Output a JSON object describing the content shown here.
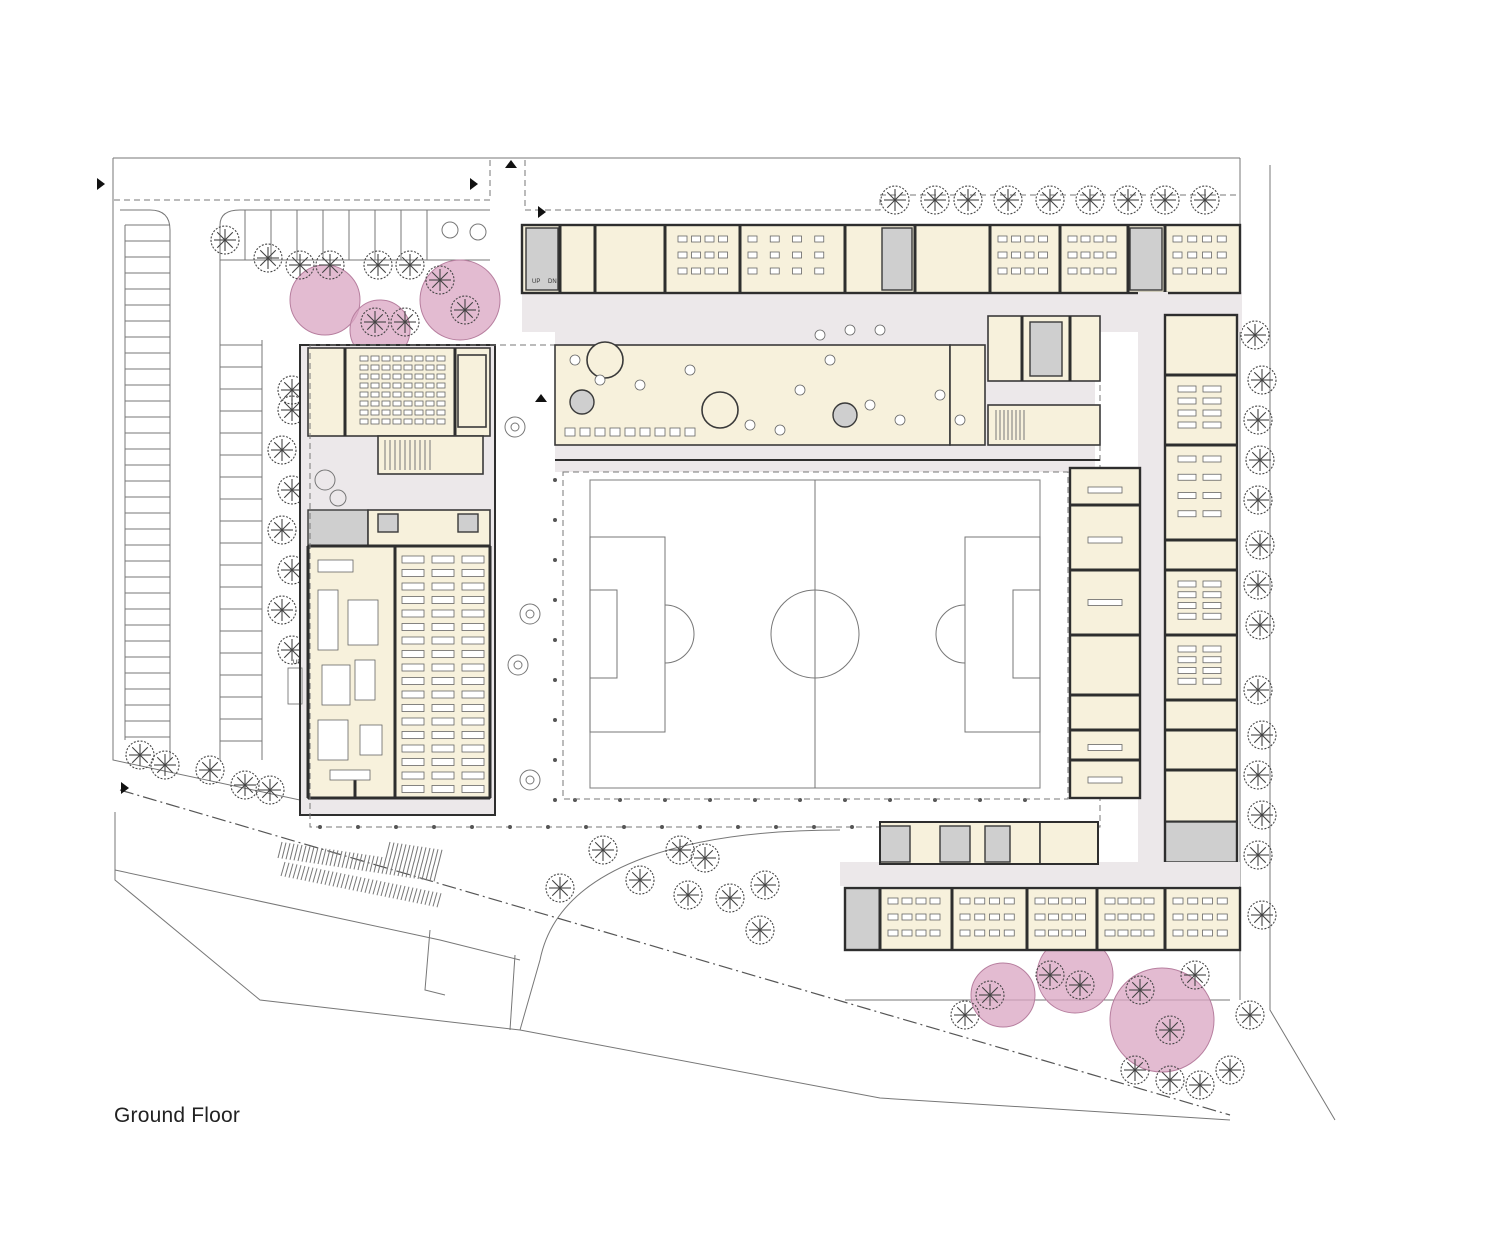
{
  "drawing": {
    "title": "Ground Floor",
    "stair_labels": {
      "up": "UP",
      "down": "DN"
    }
  },
  "colors": {
    "room_fill": "#f7f1dc",
    "corridor_fill": "#ece8ea",
    "core_fill": "#cfcfcf",
    "canopy_pink": "#d9a4c1",
    "line": "#2e2e2e"
  },
  "icons": [
    "north-arrow-icon",
    "tree-icon",
    "accessible-parking-icon",
    "stair-icon",
    "entrance-arrow-icon"
  ]
}
